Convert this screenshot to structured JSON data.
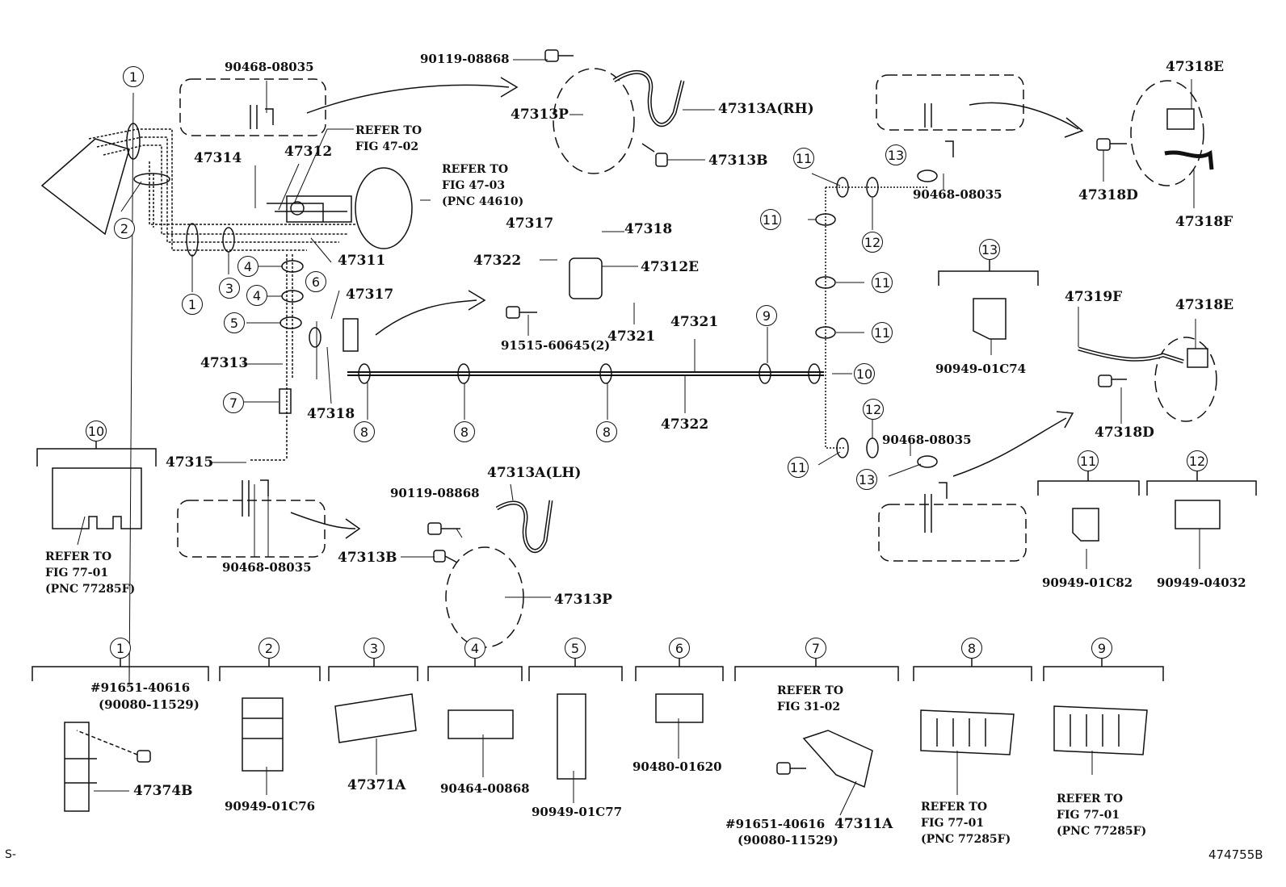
{
  "footer": {
    "left_code": "S-",
    "right_code": "474755B"
  },
  "labels": {
    "p90468_08035_tl": "90468-08035",
    "p90119_08868_top": "90119-08868",
    "p47313P_top": "47313P",
    "p47313A_RH": "47313A(RH)",
    "p47313B_top": "47313B",
    "p47314": "47314",
    "p47312": "47312",
    "p47311": "47311",
    "p47317_top": "47317",
    "p47318_top": "47318",
    "p47322_top": "47322",
    "p47312E": "47312E",
    "p47321_small": "47321",
    "p91515": "91515-60645(2)",
    "p47317_mid": "47317",
    "p47313": "47313",
    "p47318_mid": "47318",
    "p47321_main": "47321",
    "p47322_main": "47322",
    "p47315": "47315",
    "p90468_08035_bl": "90468-08035",
    "p90119_08868_lh": "90119-08868",
    "p47313A_LH": "47313A(LH)",
    "p47313B_lh": "47313B",
    "p47313P_lh": "47313P",
    "p47318E_top": "47318E",
    "p47318D_top": "47318D",
    "p47318F": "47318F",
    "p90468_08035_tr": "90468-08035",
    "p90949_01C74": "90949-01C74",
    "p47319F": "47319F",
    "p47318E_mid": "47318E",
    "p47318D_mid": "47318D",
    "p90468_08035_br": "90468-08035",
    "p90949_01C82": "90949-01C82",
    "p90949_04032": "90949-04032",
    "p47374B": "47374B",
    "p91651_1": "#91651-40616",
    "p90080_1": "(90080-11529)",
    "p90949_01C76": "90949-01C76",
    "p47371A": "47371A",
    "p90464_00868": "90464-00868",
    "p90949_01C77": "90949-01C77",
    "p90480_01620": "90480-01620",
    "p91651_2": "#91651-40616",
    "p47311A": "47311A",
    "p90080_2": "(90080-11529)"
  },
  "refs": {
    "fig47_02": [
      "REFER TO",
      "FIG 47-02"
    ],
    "fig47_03": [
      "REFER TO",
      "FIG 47-03",
      "(PNC 44610)"
    ],
    "fig77_left": [
      "REFER TO",
      "FIG 77-01",
      "(PNC 77285F)"
    ],
    "fig31_02": [
      "REFER TO",
      "FIG 31-02"
    ],
    "fig77_c8": [
      "REFER TO",
      "FIG 77-01",
      "(PNC 77285F)"
    ],
    "fig77_c9": [
      "REFER TO",
      "FIG 77-01",
      "(PNC 77285F)"
    ]
  },
  "callouts": {
    "c1": "1",
    "c2": "2",
    "c3": "3",
    "c4": "4",
    "c5": "5",
    "c6": "6",
    "c7": "7",
    "c8": "8",
    "c9": "9",
    "c10": "10",
    "c11": "11",
    "c12": "12",
    "c13": "13"
  }
}
